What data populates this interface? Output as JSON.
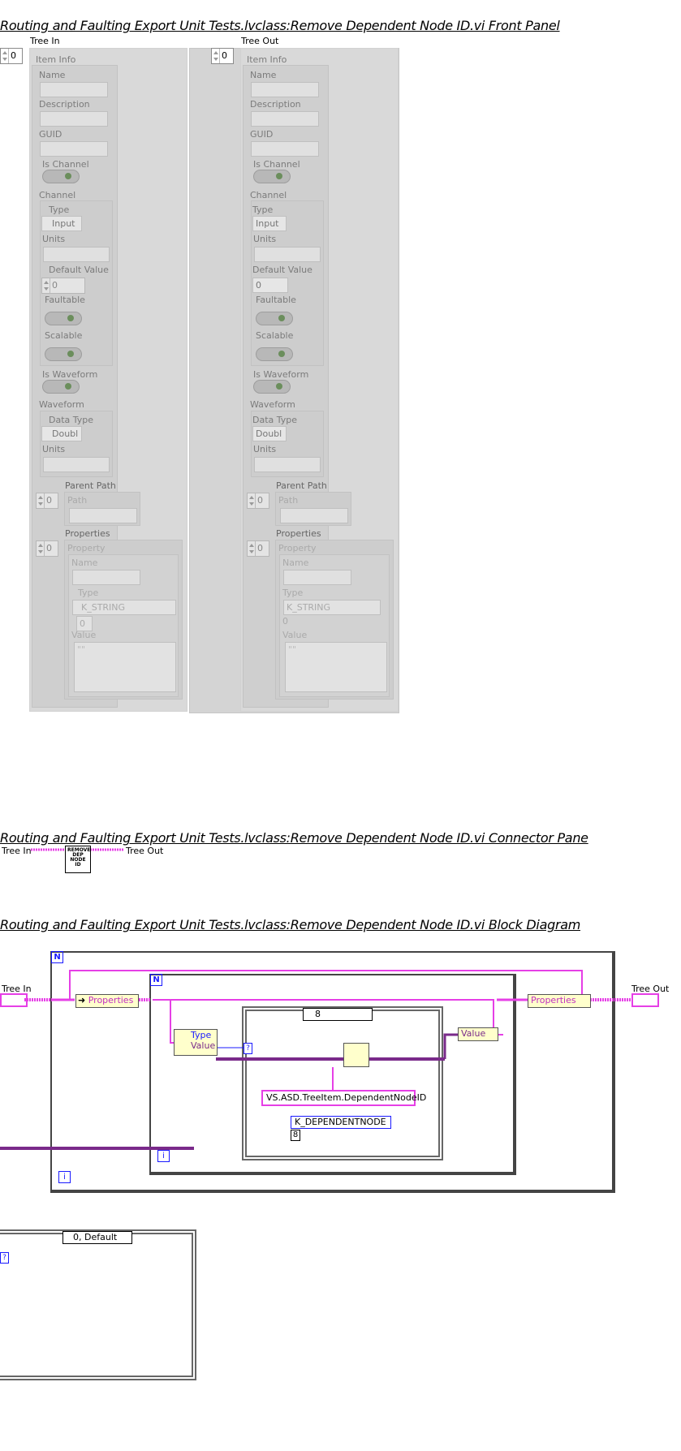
{
  "front_panel": {
    "title": "Routing and Faulting Export Unit Tests.lvclass:Remove Dependent Node ID.vi Front Panel",
    "tree_in_label": "Tree In",
    "tree_out_label": "Tree Out",
    "index": "0",
    "item_info": "Item Info",
    "name": "Name",
    "description": "Description",
    "guid": "GUID",
    "is_channel": "Is Channel",
    "channel": "Channel",
    "type": "Type",
    "type_value": "Input",
    "units": "Units",
    "default_value": "Default Value",
    "default_value_num": "0",
    "faultable": "Faultable",
    "scalable": "Scalable",
    "is_waveform": "Is Waveform",
    "waveform": "Waveform",
    "data_type": "Data Type",
    "data_type_value": "Doubl",
    "parent_path": "Parent Path",
    "path": "Path",
    "properties": "Properties",
    "property": "Property",
    "prop_type_value": "K_STRING",
    "prop_type_num": "0",
    "value": "Value",
    "value_text": "\"\""
  },
  "connector_pane": {
    "title": "Routing and Faulting Export Unit Tests.lvclass:Remove Dependent Node ID.vi Connector Pane",
    "left_label": "Tree In",
    "right_label": "Tree Out",
    "icon_text": "REMOVE DEP NODE ID"
  },
  "block_diagram": {
    "title": "Routing and Faulting Export Unit Tests.lvclass:Remove Dependent Node ID.vi Block Diagram",
    "tree_in": "Tree In",
    "tree_out": "Tree Out",
    "loop_n": "N",
    "loop_i": "i",
    "properties": "Properties",
    "type": "Type",
    "value": "Value",
    "case_selector": "8",
    "prop_name": "VS.ASD.TreeItem.DependentNodeID",
    "enum_value": "K_DEPENDENTNODE",
    "enum_num": "8",
    "default_case": "0, Default",
    "q_mark": "?"
  },
  "colors": {
    "wire_pink": "#e63fe6",
    "wire_purple": "#7a2a8a",
    "loop_blue": "#1a1aff"
  }
}
